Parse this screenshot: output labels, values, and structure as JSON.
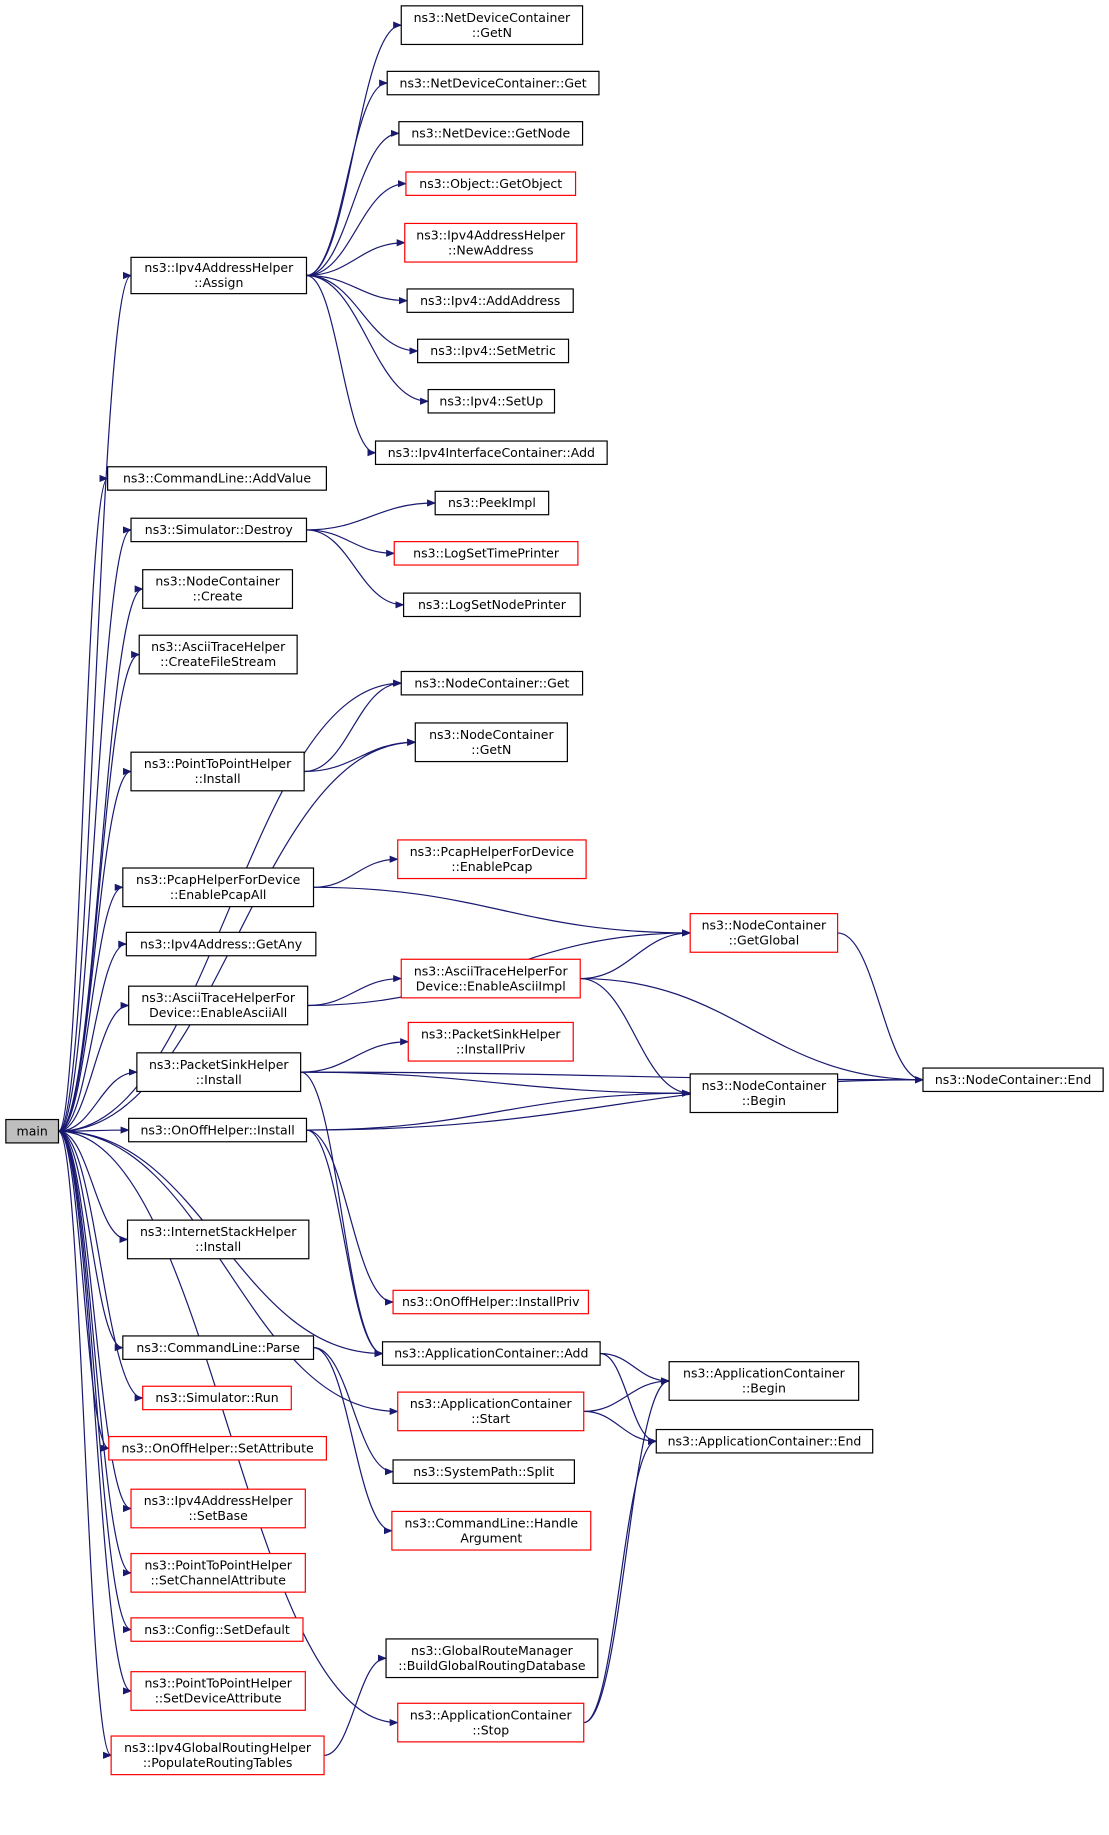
{
  "colors": {
    "edge": "#191970",
    "node_border_black": "#000000",
    "node_border_red": "#ff0000",
    "root_fill": "#bfbfbf",
    "node_fill": "#ffffff"
  },
  "nodes": [
    {
      "id": "main",
      "lines": [
        "main"
      ],
      "style": "root"
    },
    {
      "id": "ipv4ah_assign",
      "lines": [
        "ns3::Ipv4AddressHelper",
        "::Assign"
      ],
      "style": "black"
    },
    {
      "id": "cl_addvalue",
      "lines": [
        "ns3::CommandLine::AddValue"
      ],
      "style": "black"
    },
    {
      "id": "sim_destroy",
      "lines": [
        "ns3::Simulator::Destroy"
      ],
      "style": "black"
    },
    {
      "id": "nc_create",
      "lines": [
        "ns3::NodeContainer",
        "::Create"
      ],
      "style": "black"
    },
    {
      "id": "ath_createfs",
      "lines": [
        "ns3::AsciiTraceHelper",
        "::CreateFileStream"
      ],
      "style": "black"
    },
    {
      "id": "p2p_install",
      "lines": [
        "ns3::PointToPointHelper",
        "::Install"
      ],
      "style": "black"
    },
    {
      "id": "pcap_enableall",
      "lines": [
        "ns3::PcapHelperForDevice",
        "::EnablePcapAll"
      ],
      "style": "black"
    },
    {
      "id": "ipv4addr_getany",
      "lines": [
        "ns3::Ipv4Address::GetAny"
      ],
      "style": "black"
    },
    {
      "id": "athd_enableall",
      "lines": [
        "ns3::AsciiTraceHelperFor",
        "Device::EnableAsciiAll"
      ],
      "style": "black"
    },
    {
      "id": "psh_install",
      "lines": [
        "ns3::PacketSinkHelper",
        "::Install"
      ],
      "style": "black"
    },
    {
      "id": "onoff_install",
      "lines": [
        "ns3::OnOffHelper::Install"
      ],
      "style": "black"
    },
    {
      "id": "ish_install",
      "lines": [
        "ns3::InternetStackHelper",
        "::Install"
      ],
      "style": "black"
    },
    {
      "id": "cl_parse",
      "lines": [
        "ns3::CommandLine::Parse"
      ],
      "style": "black"
    },
    {
      "id": "sim_run",
      "lines": [
        "ns3::Simulator::Run"
      ],
      "style": "red"
    },
    {
      "id": "onoff_setattr",
      "lines": [
        "ns3::OnOffHelper::SetAttribute"
      ],
      "style": "red"
    },
    {
      "id": "ipv4ah_setbase",
      "lines": [
        "ns3::Ipv4AddressHelper",
        "::SetBase"
      ],
      "style": "red"
    },
    {
      "id": "p2p_setchattr",
      "lines": [
        "ns3::PointToPointHelper",
        "::SetChannelAttribute"
      ],
      "style": "red"
    },
    {
      "id": "config_setdefault",
      "lines": [
        "ns3::Config::SetDefault"
      ],
      "style": "red"
    },
    {
      "id": "p2p_setdevattr",
      "lines": [
        "ns3::PointToPointHelper",
        "::SetDeviceAttribute"
      ],
      "style": "red"
    },
    {
      "id": "ipv4grh_populate",
      "lines": [
        "ns3::Ipv4GlobalRoutingHelper",
        "::PopulateRoutingTables"
      ],
      "style": "red"
    },
    {
      "id": "ndc_getn",
      "lines": [
        "ns3::NetDeviceContainer",
        "::GetN"
      ],
      "style": "black"
    },
    {
      "id": "ndc_get",
      "lines": [
        "ns3::NetDeviceContainer::Get"
      ],
      "style": "black"
    },
    {
      "id": "nd_getnode",
      "lines": [
        "ns3::NetDevice::GetNode"
      ],
      "style": "black"
    },
    {
      "id": "obj_getobject",
      "lines": [
        "ns3::Object::GetObject"
      ],
      "style": "red"
    },
    {
      "id": "ipv4ah_newaddr",
      "lines": [
        "ns3::Ipv4AddressHelper",
        "::NewAddress"
      ],
      "style": "red"
    },
    {
      "id": "ipv4_addaddress",
      "lines": [
        "ns3::Ipv4::AddAddress"
      ],
      "style": "black"
    },
    {
      "id": "ipv4_setmetric",
      "lines": [
        "ns3::Ipv4::SetMetric"
      ],
      "style": "black"
    },
    {
      "id": "ipv4_setup",
      "lines": [
        "ns3::Ipv4::SetUp"
      ],
      "style": "black"
    },
    {
      "id": "ipv4ic_add",
      "lines": [
        "ns3::Ipv4InterfaceContainer::Add"
      ],
      "style": "black"
    },
    {
      "id": "peekimpl",
      "lines": [
        "ns3::PeekImpl"
      ],
      "style": "black"
    },
    {
      "id": "logsettimeprinter",
      "lines": [
        "ns3::LogSetTimePrinter"
      ],
      "style": "red"
    },
    {
      "id": "logsetnodeprinter",
      "lines": [
        "ns3::LogSetNodePrinter"
      ],
      "style": "black"
    },
    {
      "id": "nc_get",
      "lines": [
        "ns3::NodeContainer::Get"
      ],
      "style": "black"
    },
    {
      "id": "nc_getn",
      "lines": [
        "ns3::NodeContainer",
        "::GetN"
      ],
      "style": "black"
    },
    {
      "id": "pcap_enablepcap",
      "lines": [
        "ns3::PcapHelperForDevice",
        "::EnablePcap"
      ],
      "style": "red"
    },
    {
      "id": "nc_getglobal",
      "lines": [
        "ns3::NodeContainer",
        "::GetGlobal"
      ],
      "style": "red"
    },
    {
      "id": "athd_enableimpl",
      "lines": [
        "ns3::AsciiTraceHelperFor",
        "Device::EnableAsciiImpl"
      ],
      "style": "red"
    },
    {
      "id": "psh_installpriv",
      "lines": [
        "ns3::PacketSinkHelper",
        "::InstallPriv"
      ],
      "style": "red"
    },
    {
      "id": "nc_begin",
      "lines": [
        "ns3::NodeContainer",
        "::Begin"
      ],
      "style": "black"
    },
    {
      "id": "nc_end",
      "lines": [
        "ns3::NodeContainer::End"
      ],
      "style": "black"
    },
    {
      "id": "onoff_installpriv",
      "lines": [
        "ns3::OnOffHelper::InstallPriv"
      ],
      "style": "red"
    },
    {
      "id": "ac_add",
      "lines": [
        "ns3::ApplicationContainer::Add"
      ],
      "style": "black"
    },
    {
      "id": "ac_start",
      "lines": [
        "ns3::ApplicationContainer",
        "::Start"
      ],
      "style": "red"
    },
    {
      "id": "ac_begin",
      "lines": [
        "ns3::ApplicationContainer",
        "::Begin"
      ],
      "style": "black"
    },
    {
      "id": "ac_end",
      "lines": [
        "ns3::ApplicationContainer::End"
      ],
      "style": "black"
    },
    {
      "id": "sp_split",
      "lines": [
        "ns3::SystemPath::Split"
      ],
      "style": "black"
    },
    {
      "id": "cl_handlearg",
      "lines": [
        "ns3::CommandLine::Handle",
        "Argument"
      ],
      "style": "red"
    },
    {
      "id": "grm_build",
      "lines": [
        "ns3::GlobalRouteManager",
        "::BuildGlobalRoutingDatabase"
      ],
      "style": "black"
    },
    {
      "id": "ac_stop",
      "lines": [
        "ns3::ApplicationContainer",
        "::Stop"
      ],
      "style": "red"
    }
  ],
  "edges": [
    [
      "main",
      "ipv4ah_assign"
    ],
    [
      "main",
      "cl_addvalue"
    ],
    [
      "main",
      "sim_destroy"
    ],
    [
      "main",
      "nc_create"
    ],
    [
      "main",
      "ath_createfs"
    ],
    [
      "main",
      "nc_get"
    ],
    [
      "main",
      "p2p_install"
    ],
    [
      "main",
      "nc_getn"
    ],
    [
      "main",
      "pcap_enableall"
    ],
    [
      "main",
      "ipv4addr_getany"
    ],
    [
      "main",
      "athd_enableall"
    ],
    [
      "main",
      "psh_install"
    ],
    [
      "main",
      "onoff_install"
    ],
    [
      "main",
      "ish_install"
    ],
    [
      "main",
      "ac_add"
    ],
    [
      "main",
      "cl_parse"
    ],
    [
      "main",
      "ac_start"
    ],
    [
      "main",
      "sim_run"
    ],
    [
      "main",
      "onoff_setattr"
    ],
    [
      "main",
      "ipv4ah_setbase"
    ],
    [
      "main",
      "p2p_setchattr"
    ],
    [
      "main",
      "config_setdefault"
    ],
    [
      "main",
      "p2p_setdevattr"
    ],
    [
      "main",
      "ipv4grh_populate"
    ],
    [
      "main",
      "ac_stop"
    ],
    [
      "ipv4ah_assign",
      "ndc_getn"
    ],
    [
      "ipv4ah_assign",
      "ndc_get"
    ],
    [
      "ipv4ah_assign",
      "nd_getnode"
    ],
    [
      "ipv4ah_assign",
      "obj_getobject"
    ],
    [
      "ipv4ah_assign",
      "ipv4ah_newaddr"
    ],
    [
      "ipv4ah_assign",
      "ipv4_addaddress"
    ],
    [
      "ipv4ah_assign",
      "ipv4_setmetric"
    ],
    [
      "ipv4ah_assign",
      "ipv4_setup"
    ],
    [
      "ipv4ah_assign",
      "ipv4ic_add"
    ],
    [
      "sim_destroy",
      "peekimpl"
    ],
    [
      "sim_destroy",
      "logsettimeprinter"
    ],
    [
      "sim_destroy",
      "logsetnodeprinter"
    ],
    [
      "p2p_install",
      "nc_get"
    ],
    [
      "p2p_install",
      "nc_getn"
    ],
    [
      "pcap_enableall",
      "pcap_enablepcap"
    ],
    [
      "pcap_enableall",
      "nc_getglobal"
    ],
    [
      "athd_enableall",
      "athd_enableimpl"
    ],
    [
      "athd_enableall",
      "nc_getglobal"
    ],
    [
      "athd_enableimpl",
      "nc_getglobal"
    ],
    [
      "athd_enableimpl",
      "nc_begin"
    ],
    [
      "athd_enableimpl",
      "nc_end"
    ],
    [
      "nc_getglobal",
      "nc_end"
    ],
    [
      "psh_install",
      "psh_installpriv"
    ],
    [
      "psh_install",
      "nc_begin"
    ],
    [
      "psh_install",
      "nc_end"
    ],
    [
      "psh_install",
      "ac_add"
    ],
    [
      "onoff_install",
      "nc_begin"
    ],
    [
      "onoff_install",
      "nc_end"
    ],
    [
      "onoff_install",
      "onoff_installpriv"
    ],
    [
      "onoff_install",
      "ac_add"
    ],
    [
      "ac_add",
      "ac_begin"
    ],
    [
      "ac_add",
      "ac_end"
    ],
    [
      "ac_start",
      "ac_begin"
    ],
    [
      "ac_start",
      "ac_end"
    ],
    [
      "cl_parse",
      "sp_split"
    ],
    [
      "cl_parse",
      "cl_handlearg"
    ],
    [
      "ipv4grh_populate",
      "grm_build"
    ],
    [
      "ac_stop",
      "ac_begin"
    ],
    [
      "ac_stop",
      "ac_end"
    ]
  ]
}
